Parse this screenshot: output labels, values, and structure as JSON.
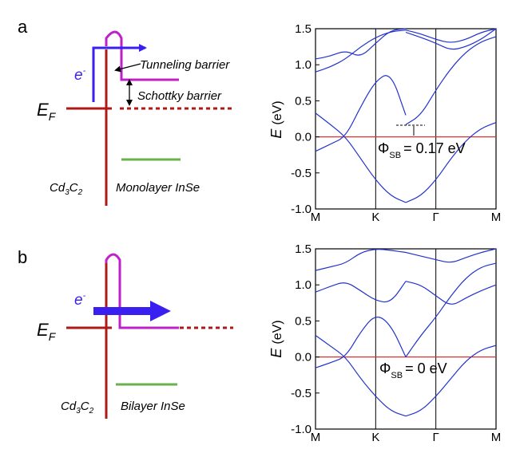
{
  "panel_a": {
    "label": "a",
    "electron": "e",
    "electron_sup": "-",
    "ef_main": "E",
    "ef_sub": "F",
    "tunneling": "Tunneling barrier",
    "schottky": "Schottky barrier",
    "metal_a": "Cd",
    "metal_b": "3",
    "metal_c": "C",
    "metal_d": "2",
    "semiconductor": "Monolayer InSe"
  },
  "panel_b": {
    "label": "b",
    "electron": "e",
    "electron_sup": "-",
    "ef_main": "E",
    "ef_sub": "F",
    "metal_a": "Cd",
    "metal_b": "3",
    "metal_c": "C",
    "metal_d": "2",
    "semiconductor": "Bilayer InSe"
  },
  "plot_a": {
    "ylabel_main": "E",
    "ylabel_unit": "(eV)",
    "phi_main": "Φ",
    "phi_sub": "SB",
    "phi_value": "= 0.17 eV"
  },
  "plot_b": {
    "ylabel_main": "E",
    "ylabel_unit": "(eV)",
    "phi_main": "Φ",
    "phi_sub": "SB",
    "phi_value": "= 0 eV"
  },
  "colors": {
    "metal": "#b01818",
    "barrier": "#c020c8",
    "electron": "#3a20f0",
    "semiconductor": "#6ab04c",
    "band": "#2233cc",
    "fermi": "#e03030"
  },
  "chart_data": [
    {
      "type": "line",
      "ylim": [
        -1.0,
        1.5
      ],
      "yticks": [
        "1.5",
        "1.0",
        "0.5",
        "0.0",
        "-0.5",
        "-1.0"
      ],
      "xticks": [
        "M",
        "K",
        "Γ",
        "M"
      ],
      "series": [
        {
          "x": [
            0,
            1,
            2,
            3,
            4,
            5,
            6
          ],
          "y": [
            0.33,
            0.17,
            0.0,
            -0.3,
            -0.6,
            -0.82,
            -0.91
          ]
        },
        {
          "x": [
            6,
            7,
            8,
            9,
            10,
            11,
            12
          ],
          "y": [
            -0.91,
            -0.82,
            -0.6,
            -0.3,
            -0.05,
            0.12,
            0.2
          ]
        },
        {
          "x": [
            0,
            1,
            2,
            3,
            4,
            5,
            6
          ],
          "y": [
            -0.2,
            -0.1,
            0.0,
            0.42,
            0.78,
            0.9,
            0.3
          ]
        },
        {
          "x": [
            6,
            7,
            8,
            9,
            10,
            11,
            12
          ],
          "y": [
            0.17,
            0.3,
            0.65,
            0.95,
            1.18,
            1.32,
            1.39
          ]
        },
        {
          "x": [
            0,
            1,
            2,
            3,
            4,
            5,
            6
          ],
          "y": [
            0.9,
            0.97,
            1.08,
            1.25,
            1.38,
            1.46,
            1.48
          ]
        },
        {
          "x": [
            6,
            7,
            8,
            9,
            10,
            11,
            12
          ],
          "y": [
            1.48,
            1.43,
            1.35,
            1.3,
            1.35,
            1.45,
            1.5
          ]
        },
        {
          "x": [
            0,
            1,
            2,
            3,
            4,
            5,
            6
          ],
          "y": [
            1.08,
            1.12,
            1.2,
            1.1,
            1.3,
            1.48,
            1.5
          ]
        },
        {
          "x": [
            6,
            7,
            8,
            9,
            10,
            11,
            12
          ],
          "y": [
            1.45,
            1.38,
            1.3,
            1.2,
            1.25,
            1.35,
            1.5
          ]
        }
      ]
    },
    {
      "type": "line",
      "ylim": [
        -1.0,
        1.5
      ],
      "yticks": [
        "1.5",
        "1.0",
        "0.5",
        "0.0",
        "-0.5",
        "-1.0"
      ],
      "xticks": [
        "M",
        "K",
        "Γ",
        "M"
      ],
      "series": [
        {
          "x": [
            0,
            1,
            2,
            3,
            4,
            5,
            6
          ],
          "y": [
            0.3,
            0.15,
            0.0,
            -0.3,
            -0.55,
            -0.75,
            -0.82
          ]
        },
        {
          "x": [
            6,
            7,
            8,
            9,
            10,
            11,
            12
          ],
          "y": [
            -0.82,
            -0.75,
            -0.55,
            -0.3,
            -0.05,
            0.1,
            0.16
          ]
        },
        {
          "x": [
            0,
            1,
            2,
            3,
            4,
            5,
            6
          ],
          "y": [
            -0.15,
            -0.08,
            0.0,
            0.35,
            0.6,
            0.45,
            0.0
          ]
        },
        {
          "x": [
            6,
            7,
            8,
            9,
            10,
            11,
            12
          ],
          "y": [
            0.0,
            0.3,
            0.55,
            0.85,
            1.1,
            1.25,
            1.3
          ]
        },
        {
          "x": [
            0,
            1,
            2,
            3,
            4,
            5,
            6
          ],
          "y": [
            0.9,
            0.98,
            1.05,
            0.92,
            0.78,
            0.75,
            1.05
          ]
        },
        {
          "x": [
            6,
            7,
            8,
            9,
            10,
            11,
            12
          ],
          "y": [
            1.05,
            1.0,
            0.85,
            0.7,
            0.82,
            0.92,
            1.0
          ]
        },
        {
          "x": [
            0,
            1,
            2,
            3,
            4,
            5,
            6
          ],
          "y": [
            1.2,
            1.25,
            1.3,
            1.45,
            1.5,
            1.48,
            1.45
          ]
        },
        {
          "x": [
            6,
            7,
            8,
            9,
            10,
            11,
            12
          ],
          "y": [
            1.45,
            1.4,
            1.35,
            1.3,
            1.38,
            1.45,
            1.5
          ]
        }
      ]
    }
  ]
}
